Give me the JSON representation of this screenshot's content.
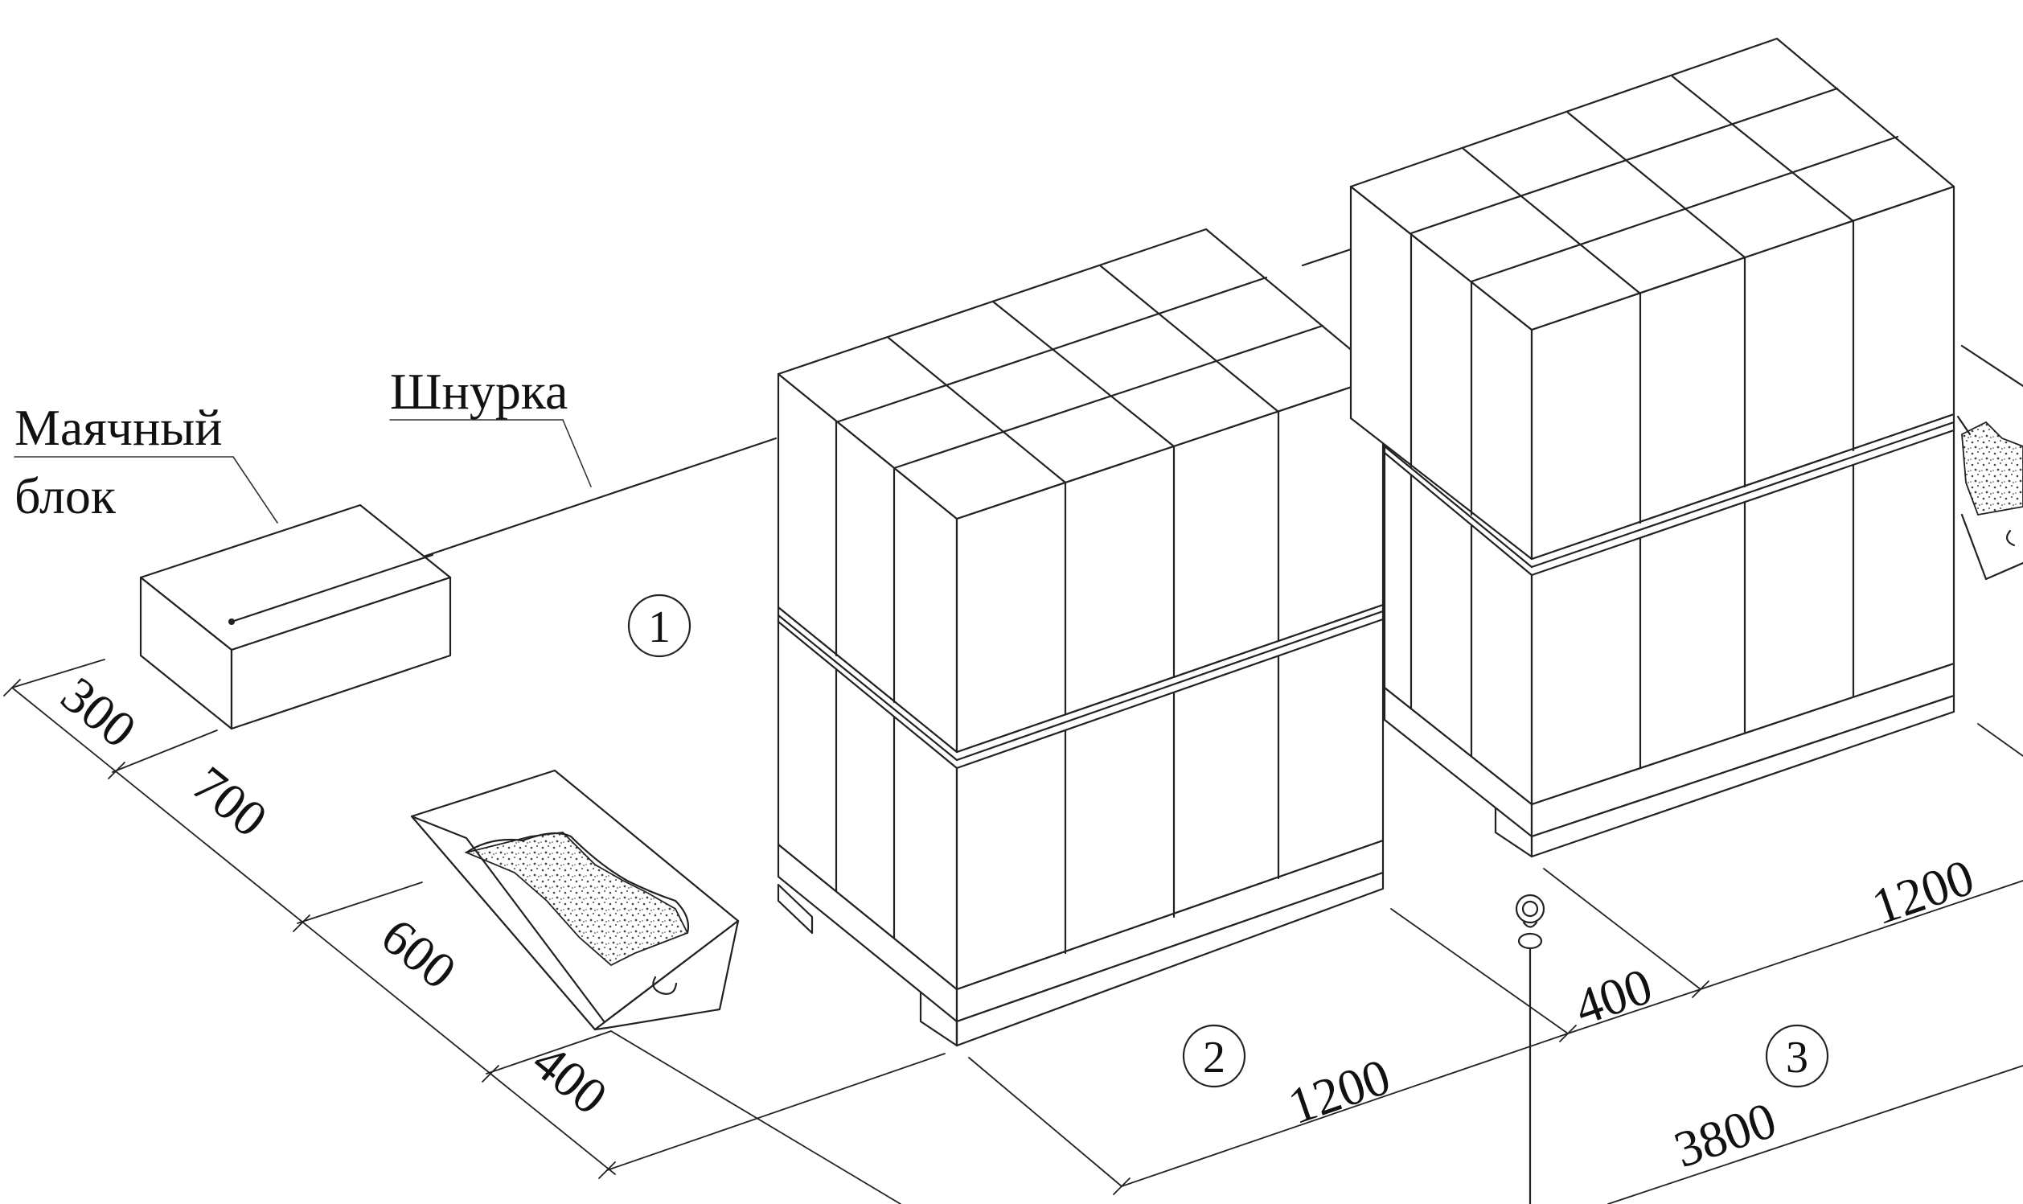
{
  "labels": {
    "beacon_block_line1": "Маячный",
    "beacon_block_line2": "блок",
    "cord": "Шнурка"
  },
  "zones": [
    "1",
    "2",
    "3"
  ],
  "dimensions": {
    "d300": "300",
    "d700": "700",
    "d600": "600",
    "d400_left": "400",
    "d1200_zone2": "1200",
    "d400_right": "400",
    "d1200_zone3": "1200",
    "d3800": "3800"
  },
  "colors": {
    "line": "#222222",
    "background": "#ffffff"
  }
}
